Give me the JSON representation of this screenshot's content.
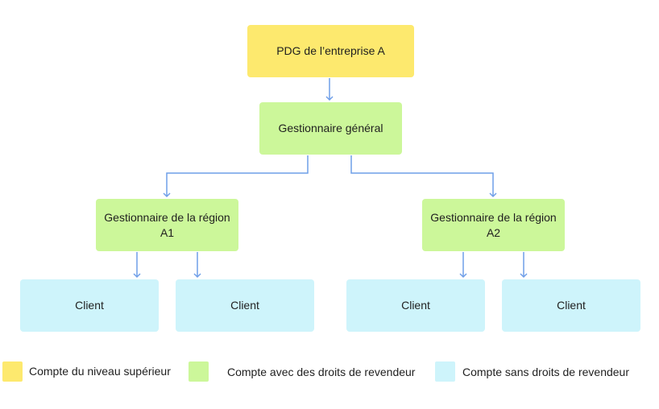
{
  "diagram": {
    "nodes": {
      "ceo": {
        "label": "PDG de l’entreprise A",
        "level": "top"
      },
      "general_manager": {
        "label": "Gestionnaire général",
        "level": "reseller"
      },
      "region_a1": {
        "line1": "Gestionnaire de la région",
        "line2": "A1",
        "level": "reseller"
      },
      "region_a2": {
        "line1": "Gestionnaire de la région",
        "line2": "A2",
        "level": "reseller"
      },
      "client_1": {
        "label": "Client",
        "level": "no-reseller"
      },
      "client_2": {
        "label": "Client",
        "level": "no-reseller"
      },
      "client_3": {
        "label": "Client",
        "level": "no-reseller"
      },
      "client_4": {
        "label": "Client",
        "level": "no-reseller"
      }
    },
    "edges": [
      {
        "from": "ceo",
        "to": "general_manager"
      },
      {
        "from": "general_manager",
        "to": "region_a1"
      },
      {
        "from": "general_manager",
        "to": "region_a2"
      },
      {
        "from": "region_a1",
        "to": "client_1"
      },
      {
        "from": "region_a1",
        "to": "client_2"
      },
      {
        "from": "region_a2",
        "to": "client_3"
      },
      {
        "from": "region_a2",
        "to": "client_4"
      }
    ]
  },
  "legend": {
    "top_level": {
      "label": "Compte du niveau supérieur",
      "color": "#fde96e"
    },
    "reseller": {
      "label": "Compte avec des droits de revendeur",
      "color": "#ccf79a"
    },
    "no_reseller": {
      "label": "Compte sans droits de revendeur",
      "color": "#cef4fb"
    }
  },
  "colors": {
    "connector": "#6f9fe8"
  }
}
